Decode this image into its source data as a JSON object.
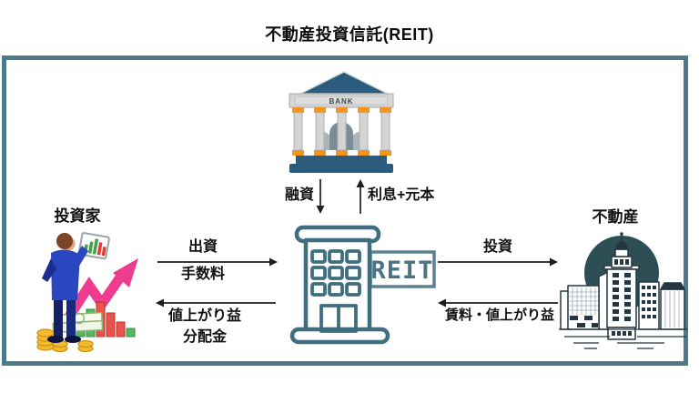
{
  "title": "不動産投資信託(REIT)",
  "bank": {
    "label": "BANK"
  },
  "reit": {
    "sign": "REIT"
  },
  "nodes": {
    "investor": "投資家",
    "real_estate": "不動産"
  },
  "flows": {
    "loan": "融資",
    "interest": "利息+元本",
    "contribution": "出資",
    "fee": "手数料",
    "gain": "値上がり益",
    "dividend": "分配金",
    "investment": "投資",
    "rent": "賃料・値上がり益"
  },
  "colors": {
    "frame_teal": "#4b7a8b",
    "bank_blue": "#2b5c7e",
    "bank_orange": "#f7941d",
    "reit_outline_teal": "#3e6e7f",
    "reit_sign_teal": "#5d808e",
    "arrow_black": "#1d1d1d",
    "growth_pink": "#ee3d8f",
    "city_circle_dark": "#2e4e56",
    "suit_blue": "#2a46c0"
  }
}
